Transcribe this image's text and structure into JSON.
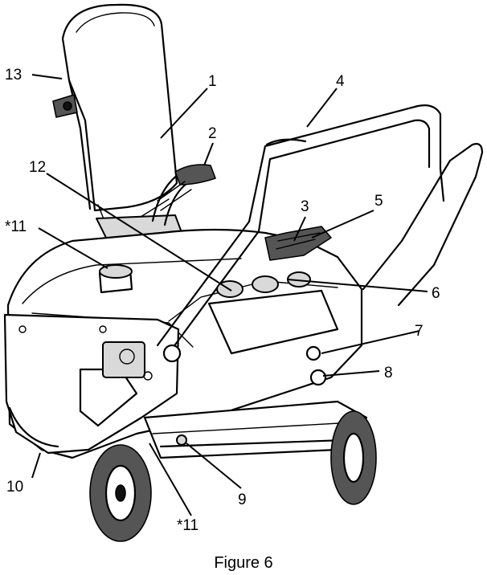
{
  "figure": {
    "caption": "Figure 6",
    "callouts": [
      {
        "id": "c1",
        "text": "1"
      },
      {
        "id": "c2",
        "text": "2"
      },
      {
        "id": "c3",
        "text": "3"
      },
      {
        "id": "c4",
        "text": "4"
      },
      {
        "id": "c5",
        "text": "5"
      },
      {
        "id": "c6",
        "text": "6"
      },
      {
        "id": "c7",
        "text": "7"
      },
      {
        "id": "c8",
        "text": "8"
      },
      {
        "id": "c9",
        "text": "9"
      },
      {
        "id": "c10",
        "text": "10"
      },
      {
        "id": "c11a",
        "text": "*11"
      },
      {
        "id": "c11b",
        "text": "*11"
      },
      {
        "id": "c12",
        "text": "12"
      },
      {
        "id": "c13",
        "text": "13"
      }
    ]
  }
}
